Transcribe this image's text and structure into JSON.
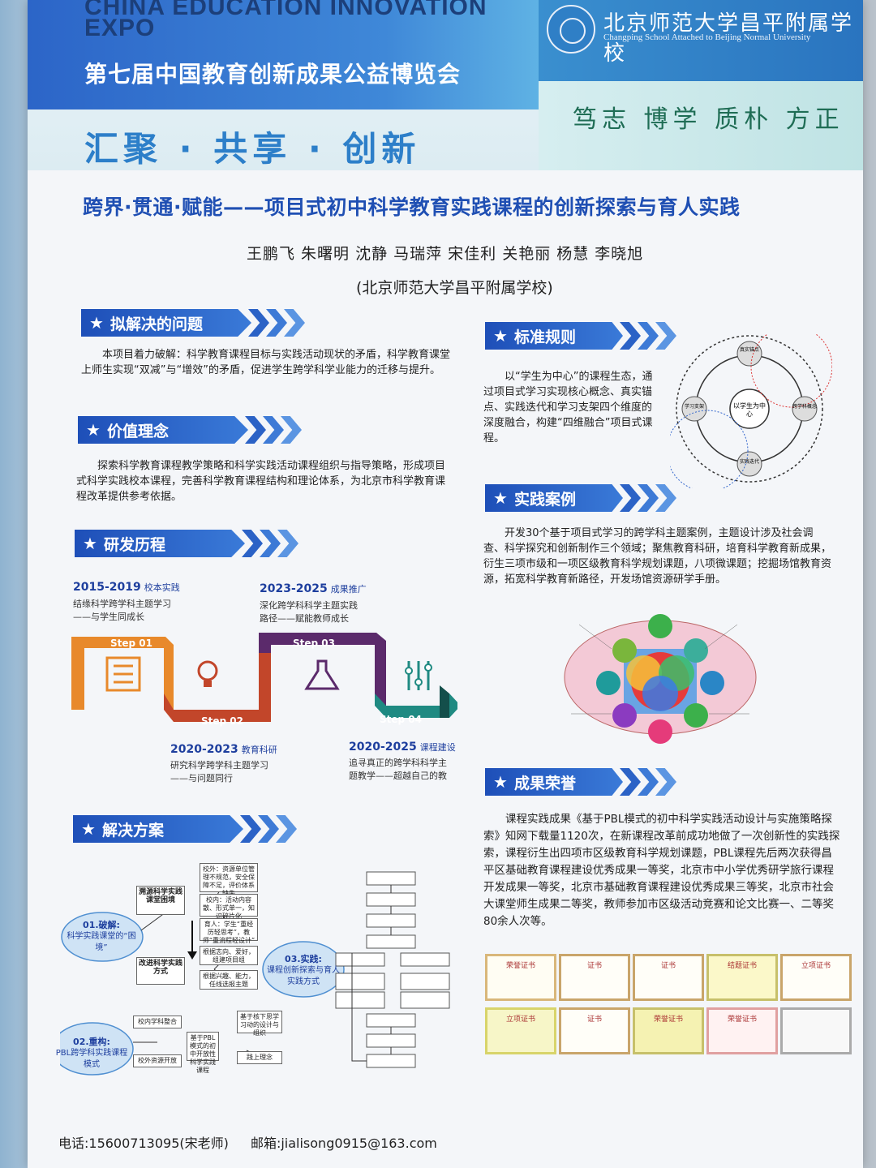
{
  "header": {
    "expo_en_line1": "CHINA EDUCATION INNOVATION",
    "expo_en_line2": "EXPO",
    "expo_cn": "第七届中国教育创新成果公益博览会",
    "school_cn": "北京师范大学昌平附属学校",
    "school_en": "Changping School Attached to Beijing Normal University",
    "motto": "笃志 博学 质朴 方正",
    "slogan": "汇聚 · 共享 · 创新"
  },
  "title": "跨界·贯通·赋能——项目式初中科学教育实践课程的创新探索与育人实践",
  "authors": "王鹏飞 朱曙明 沈静 马瑞萍 宋佳利 关艳丽 杨慧 李晓旭",
  "affiliation": "(北京师范大学昌平附属学校)",
  "sections": {
    "problem": {
      "label": "拟解决的问题",
      "text": "本项目着力破解：科学教育课程目标与实践活动现状的矛盾，科学教育课堂上师生实现“双减”与“增效”的矛盾，促进学生跨学科学业能力的迁移与提升。"
    },
    "value": {
      "label": "价值理念",
      "text": "探索科学教育课程教学策略和科学实践活动课程组织与指导策略，形成项目式科学实践校本课程，完善科学教育课程结构和理论体系，为北京市科学教育课程改革提供参考依据。"
    },
    "history": {
      "label": "研发历程",
      "steps": [
        {
          "step": "Step 01",
          "year": "2015-2019",
          "tag": "校本实践",
          "line1": "结缘科学跨学科主题学习",
          "line2": "——与学生同成长"
        },
        {
          "step": "Step 02",
          "year": "2020-2023",
          "tag": "教育科研",
          "line1": "研究科学跨学科主题学习",
          "line2": "——与问题同行"
        },
        {
          "step": "Step 03",
          "year": "2023-2025",
          "tag": "成果推广",
          "line1": "深化跨学科科学主题实践",
          "line2": "路径——赋能教师成长"
        },
        {
          "step": "Step 04",
          "year": "2020-2025",
          "tag": "课程建设",
          "line1": "追寻真正的跨学科科学主",
          "line2": "题教学——超越自己的教"
        }
      ]
    },
    "solution": {
      "label": "解决方案",
      "node1_title": "01.破解:",
      "node1_text": "科学实践课堂的“困境”",
      "node2_title": "02.重构:",
      "node2_text": "PBL跨学科实践课程模式",
      "node3_title": "03.实践:",
      "node3_text": "课程创新探索与育人实践方式",
      "box_a": "溯源科学实践课堂困境",
      "box_b": "改进科学实践方式",
      "box_c": "基于PBL模式的初中开放性科学实践课程",
      "sub_a1": "校外：资源单位管理不规范，安全保障不足，评价体系缺失",
      "sub_a2": "校内：活动内容散、形式单一，知识碎片化",
      "sub_a3": "育人：学生“重经历轻思考”，教师“重流程轻设计”",
      "sub_b1": "根据志向、爱好，组建项目组",
      "sub_b2": "根据兴趣、能力，任线选报主题",
      "sub_c1": "校内学科整合",
      "sub_c2": "校外资源开放",
      "sub_c3": "基于核下思学习动的设计与组织",
      "sub_c4": "践上理念"
    },
    "standard": {
      "label": "标准规则",
      "text": "以“学生为中心”的课程生态，通过项目式学习实现核心概念、真实锚点、实践迭代和学习支架四个维度的深度融合，构建“四维融合”项目式课程。",
      "center": "以学生为中心",
      "dims": [
        "真实锚点",
        "跨学科概念",
        "实践迭代",
        "学习支架"
      ]
    },
    "cases": {
      "label": "实践案例",
      "text": "开发30个基于项目式学习的跨学科主题案例，主题设计涉及社会调查、科学探究和创新制作三个领域；聚焦教育科研，培育科学教育新成果，衍生三项市级和一项区级教育科学规划课题，八项微课题；挖掘场馆教育资源，拓宽科学教育新路径，开发场馆资源研学手册。"
    },
    "honors": {
      "label": "成果荣誉",
      "text": "课程实践成果《基于PBL模式的初中科学实践活动设计与实施策略探索》知网下载量1120次，在新课程改革前成功地做了一次创新性的实践探索，课程衍生出四项市区级教育科学规划课题，PBL课程先后两次获得昌平区基础教育课程建设优秀成果一等奖，北京市中小学优秀研学旅行课程开发成果一等奖，北京市基础教育课程建设优秀成果三等奖，北京市社会大课堂师生成果二等奖，教师参加市区级活动竞赛和论文比赛一、二等奖80余人次等。",
      "certs": [
        "荣誉证书",
        "证书",
        "证书",
        "结题证书",
        "立项证书",
        "立项证书",
        "证书",
        "荣誉证书",
        "荣誉证书",
        ""
      ]
    }
  },
  "footer": {
    "phone": "电话:15600713095(宋老师)",
    "email": "邮箱:jialisong0915@163.com"
  },
  "colors": {
    "primary_blue": "#1e4fb8",
    "step1": "#e8892b",
    "step2": "#c2462a",
    "step3": "#5b2a6b",
    "step4": "#1f8a82"
  }
}
